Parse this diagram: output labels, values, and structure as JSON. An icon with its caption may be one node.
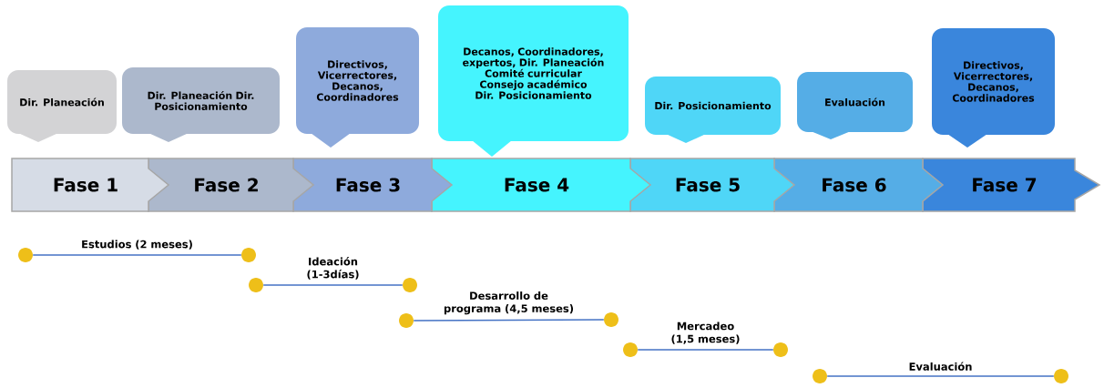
{
  "diagram": {
    "nodes": [
      {
        "text": [
          "Dir. Planeación"
        ]
      },
      {
        "text": [
          "Dir. Planeación Dir. Posicionamiento"
        ]
      },
      {
        "text": [
          "Directivos, Vicerrectores, Decanos, Coordinadores"
        ]
      },
      {
        "text": [
          "Decanos, Coordinadores, expertos, Dir. Planeación Comité curricular Consejo académico Dir. Posicionamiento"
        ]
      },
      {
        "text": [
          "Dir. Posicionamiento"
        ]
      },
      {
        "text": [
          "Evaluación"
        ]
      },
      {
        "text": [
          "Directivos, Vicerrectores, Decanos, Coordinadores"
        ]
      },
      {
        "text": [
          "Fase 1"
        ]
      },
      {
        "text": [
          "Fase 2"
        ]
      },
      {
        "text": [
          "Fase 3"
        ]
      },
      {
        "text": [
          "Fase 4"
        ]
      },
      {
        "text": [
          "Fase 5"
        ]
      },
      {
        "text": [
          "Fase 6"
        ]
      },
      {
        "text": [
          "Fase 7"
        ]
      },
      {
        "text": [],
        "shape": "circle"
      },
      {
        "text": [],
        "shape": "circle"
      },
      {
        "text": [],
        "shape": "circle"
      },
      {
        "text": [],
        "shape": "circle"
      },
      {
        "text": [],
        "shape": "circle"
      },
      {
        "text": [],
        "shape": "circle"
      },
      {
        "text": [],
        "shape": "circle"
      },
      {
        "text": [],
        "shape": "circle"
      },
      {
        "text": [],
        "shape": "circle"
      },
      {
        "text": [],
        "shape": "circle"
      }
    ],
    "edges": [
      {
        "from": 14,
        "to": 15,
        "arrow": "none",
        "label": "Estudios (2 meses)"
      },
      {
        "from": 16,
        "to": 17,
        "arrow": "none",
        "label": "Ideación (1-3días)"
      },
      {
        "from": 18,
        "to": 19,
        "arrow": "none",
        "label": "Desarrollo de programa (4,5 meses)"
      },
      {
        "from": 20,
        "to": 21,
        "arrow": "none",
        "label": "Mercadeo (1,5 meses)"
      },
      {
        "from": 22,
        "to": 23,
        "arrow": "none",
        "label": "Evaluación"
      }
    ]
  }
}
